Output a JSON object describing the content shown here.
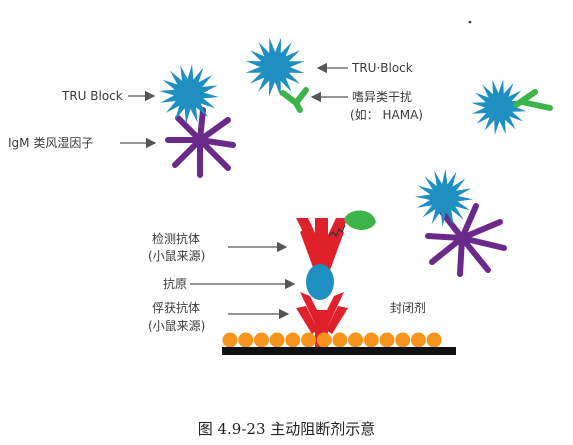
{
  "labels": {
    "tru_block_left": "TRU Block",
    "igm_rf": "IgM 类风湿因子",
    "tru_block_top": "TRU·Block",
    "heterophilic": "嗜异类干扰",
    "hama": "(如： HAMA)",
    "detection_ab": "检测抗体",
    "detection_source": "(小鼠来源)",
    "antigen": "抗原",
    "capture_ab": "俘获抗体",
    "capture_source": "(小鼠来源)",
    "blocker": "封闭剂"
  },
  "caption": "图 4.9-23 主动阻断剂示意",
  "colors": {
    "tru_block": "#1e8fc0",
    "antibody_green": "#3db44a",
    "igm_purple": "#6a2a8a",
    "antibody_red": "#e0202a",
    "antigen_blue": "#1e8fc0",
    "blocker_orange": "#f7941d",
    "surface": "#111111",
    "arrow": "#555555"
  }
}
